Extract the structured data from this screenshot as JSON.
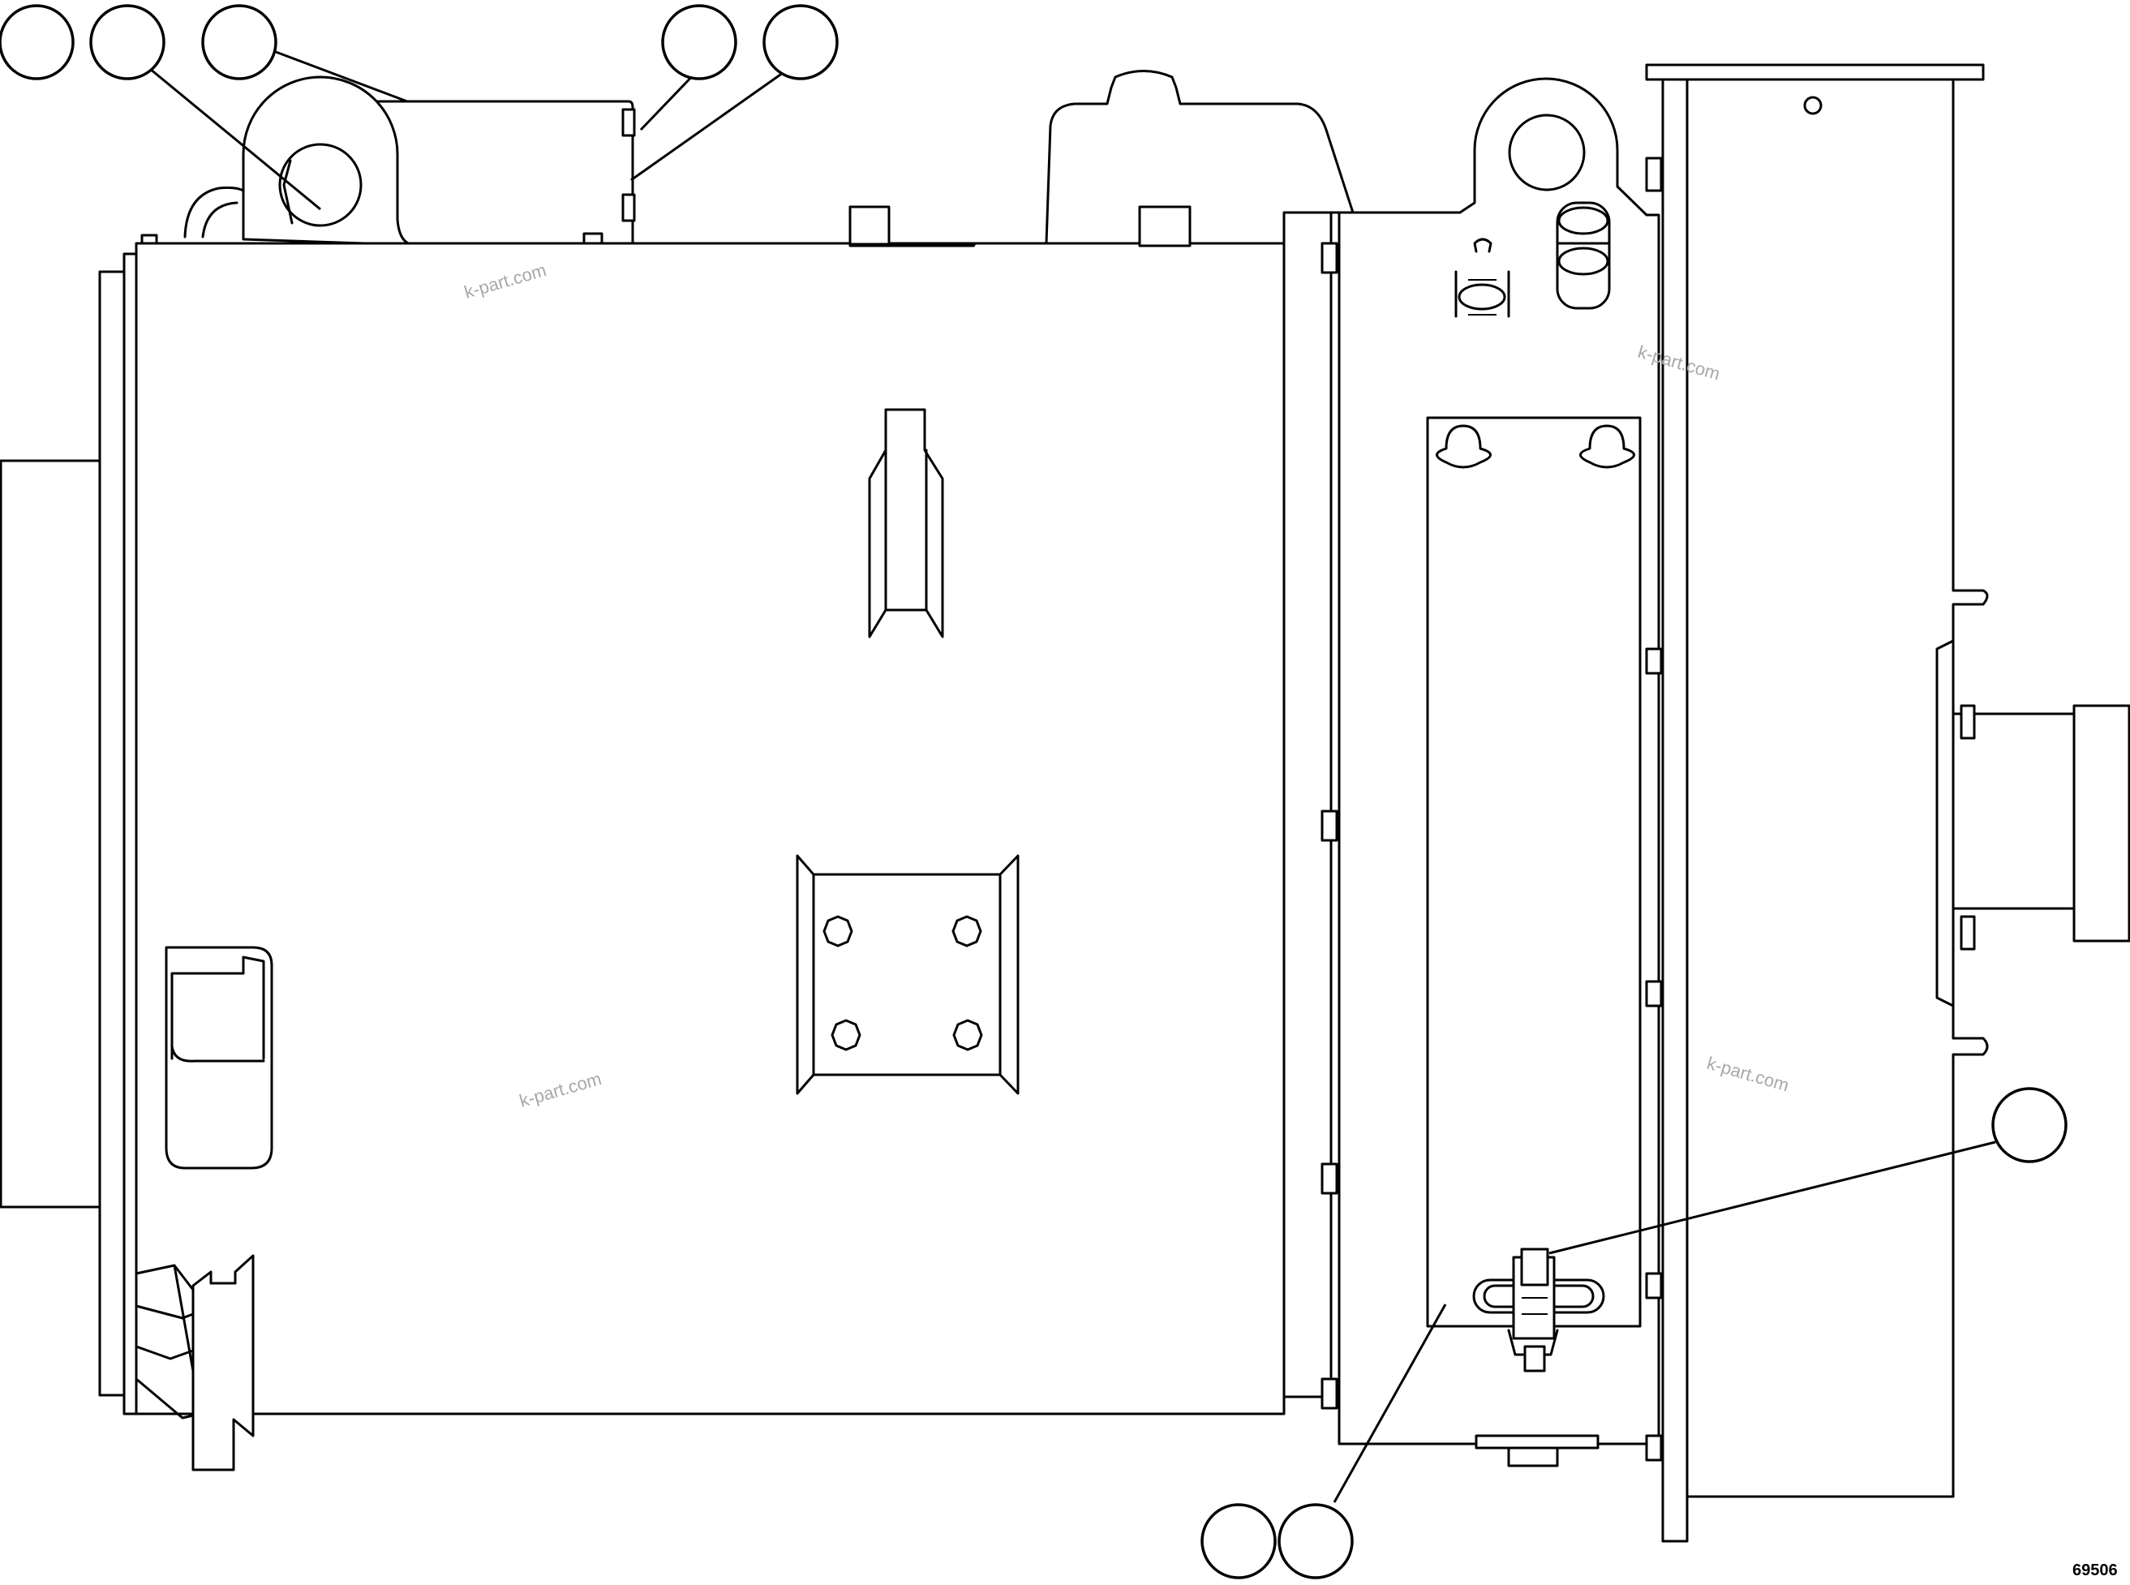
{
  "figure_number": "69506",
  "watermark": "k-part.com",
  "callouts": [
    {
      "id": "c1",
      "label": ""
    },
    {
      "id": "c2",
      "label": ""
    },
    {
      "id": "c3",
      "label": ""
    },
    {
      "id": "c4",
      "label": ""
    },
    {
      "id": "c5",
      "label": ""
    },
    {
      "id": "c6",
      "label": ""
    },
    {
      "id": "c7",
      "label": ""
    },
    {
      "id": "c8",
      "label": ""
    }
  ]
}
